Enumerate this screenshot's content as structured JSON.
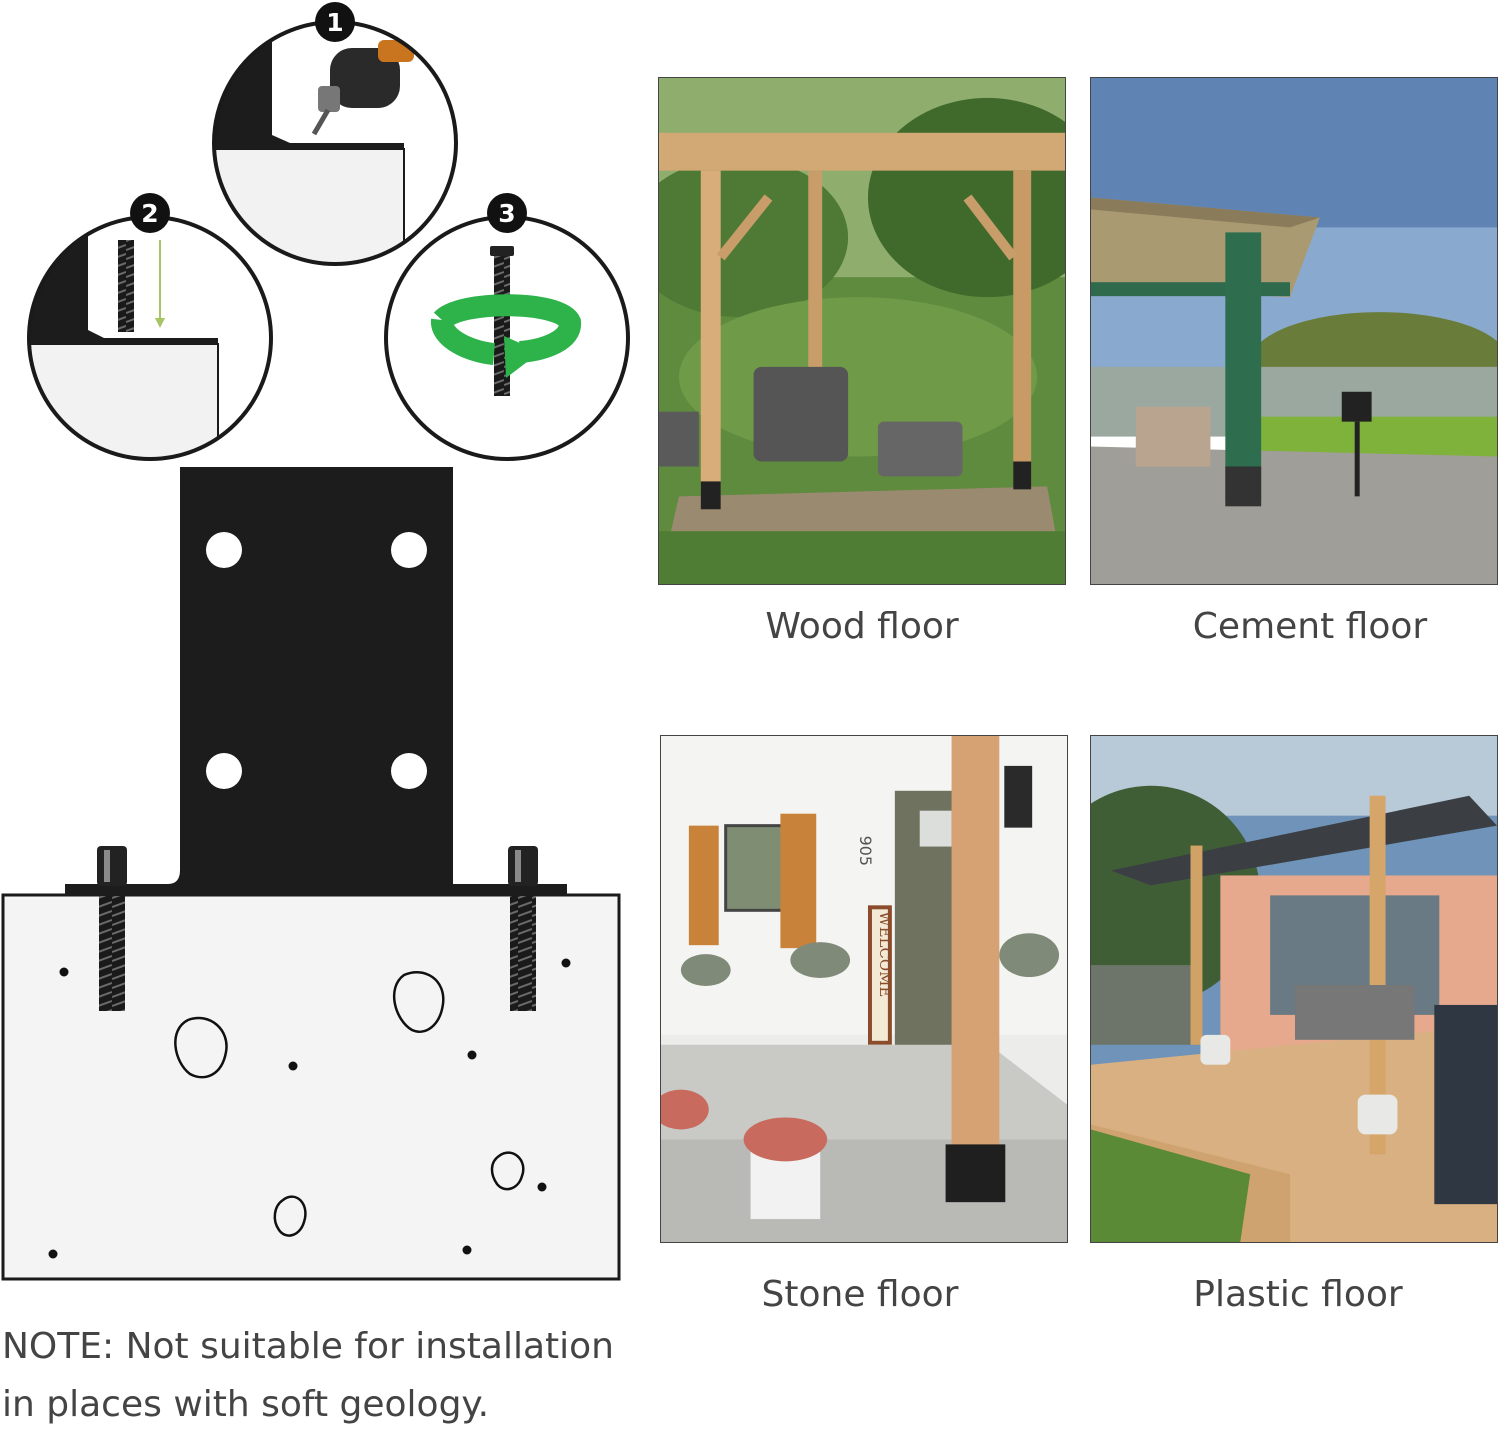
{
  "steps": [
    {
      "number": "1",
      "action": "drill-hole"
    },
    {
      "number": "2",
      "action": "insert-anchor"
    },
    {
      "number": "3",
      "action": "screw-in"
    }
  ],
  "floors": [
    {
      "label": "Wood floor"
    },
    {
      "label": "Cement floor"
    },
    {
      "label": "Stone floor"
    },
    {
      "label": "Plastic floor"
    }
  ],
  "note": "NOTE: Not suitable for installation in places with soft geology.",
  "photo_welcome_sign": "WELCOME",
  "photo_house_number": "905",
  "colors": {
    "bracket": "#1c1c1c",
    "rotate_arrow": "#2db34a",
    "drop_arrow": "#a7c663",
    "ground": "#f4f4f5",
    "text": "#444444"
  }
}
